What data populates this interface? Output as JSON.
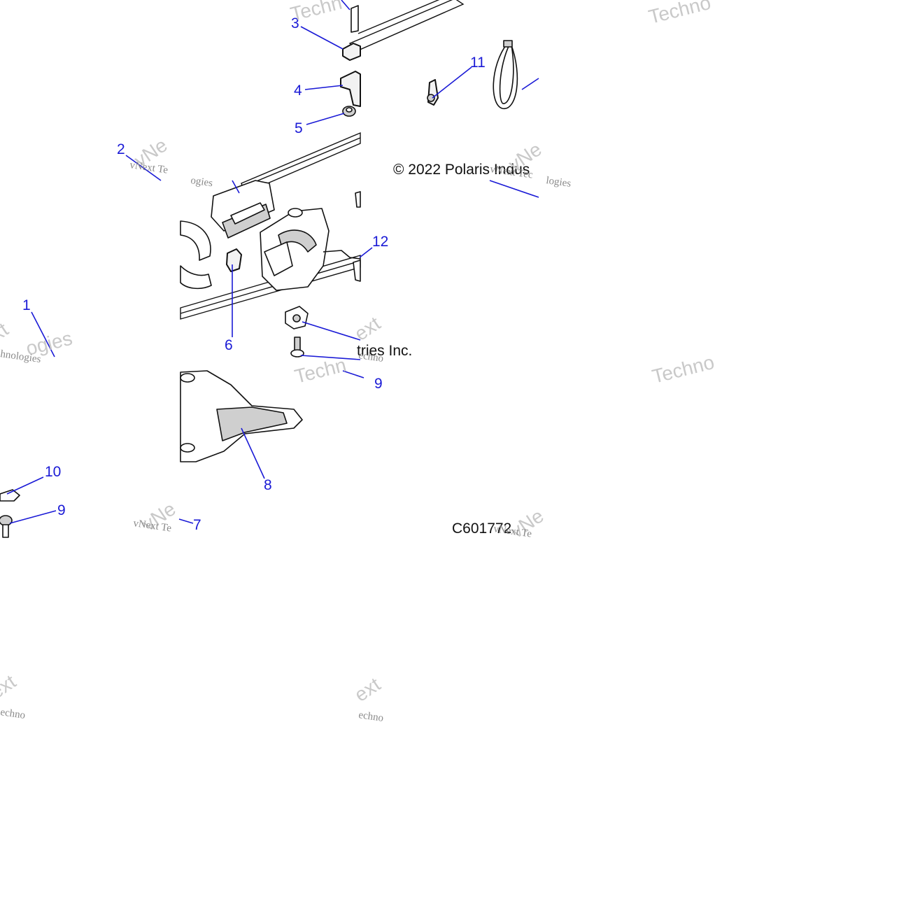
{
  "copyright": "© 2022 Polaris Indus",
  "copyright_fragment": "tries Inc.",
  "figure_id": "C601772",
  "callouts": {
    "c1": "1",
    "c2": "2",
    "c3": "3",
    "c4": "4",
    "c5": "5",
    "c6": "6",
    "c7": "7",
    "c8": "8",
    "c9a": "9",
    "c9b": "9",
    "c10": "10",
    "c11": "11",
    "c12": "12"
  },
  "watermarks": {
    "brand": "Techno",
    "brand_short": "Techn",
    "vnext": "vNe",
    "vnext_full": "vNext",
    "vnext_text": "vNext Te",
    "vnext_tech": "vNext Tec",
    "logies": "ogies",
    "hnologies": "hnologies",
    "technologies": "echnologies",
    "technolo": "echno",
    "ext": "ext",
    "xt": "xt",
    "ogies_b": "logies"
  }
}
